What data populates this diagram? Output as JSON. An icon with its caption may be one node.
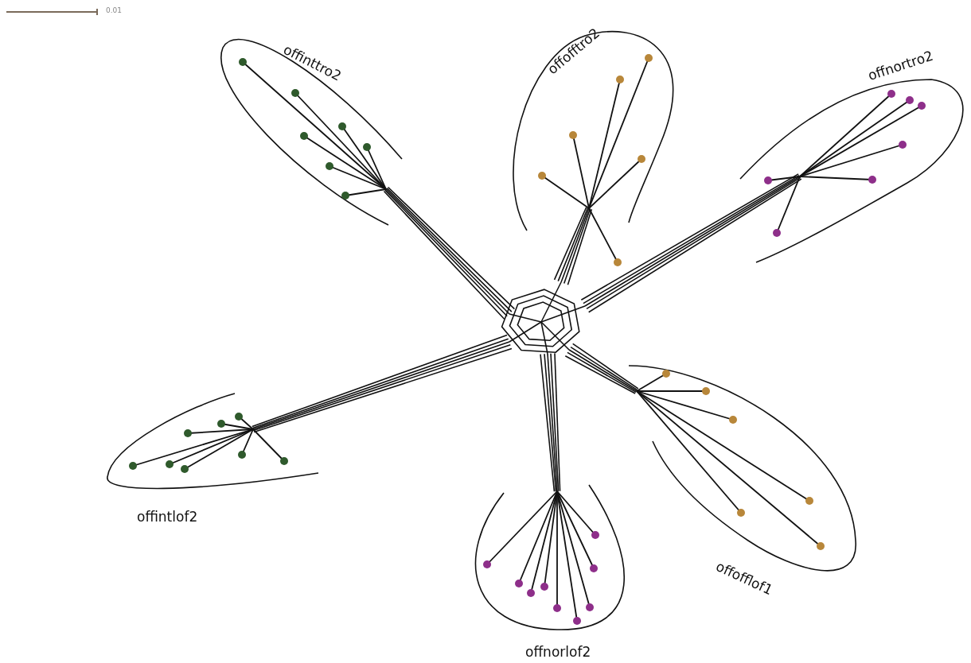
{
  "diagram": {
    "labels": [
      "0.01",
      "offinttro2",
      "offofftro2",
      "offnortro2",
      "offofflof1",
      "offintlof2",
      "offnorlof2"
    ]
  }
}
